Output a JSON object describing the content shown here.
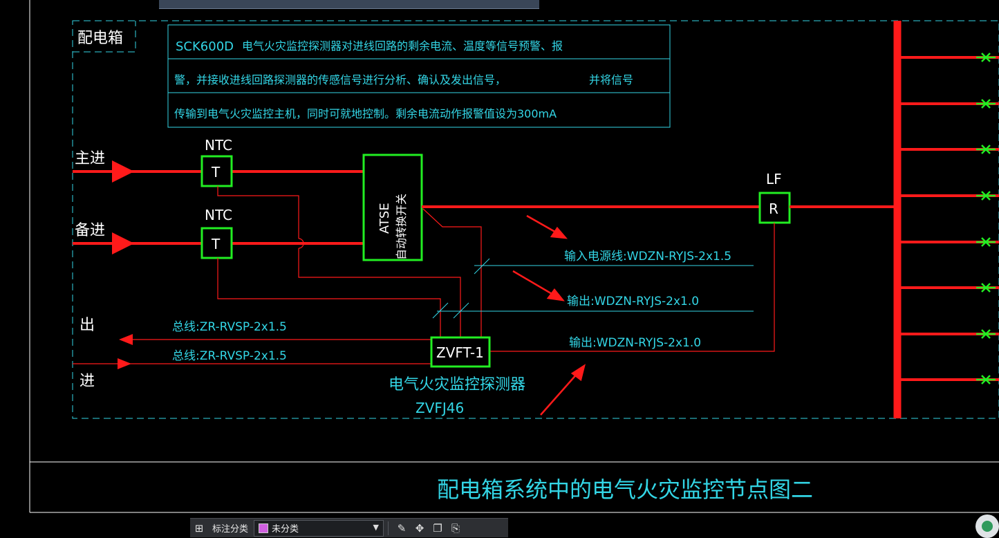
{
  "window": {
    "title_bar_text": ""
  },
  "box_label": "配电箱",
  "description": {
    "line1_model": "SCK600D",
    "line1_text": "电气火灾监控探测器对进线回路的剩余电流、温度等信号预警、报",
    "line2_text": "警，并接收进线回路探测器的传感信号进行分析、确认及发出信号，",
    "line2_tail": "并将信号",
    "line3_text": "传输到电气火灾监控主机，同时可就地控制。剩余电流动作报警值设为300mA"
  },
  "inputs": {
    "main_label": "主进",
    "backup_label": "备进",
    "out_label": "出",
    "in_label": "进"
  },
  "sensors": {
    "ntc_label": "NTC",
    "t_symbol": "T",
    "lf_label": "LF",
    "r_symbol": "R"
  },
  "atse": {
    "name": "ATSE",
    "desc": "自动转换开关"
  },
  "detector": {
    "code": "ZVFT-1",
    "name": "电气火灾监控探测器",
    "model": "ZVFJ46"
  },
  "wires": {
    "input_power": "输入电源线:WDZN-RYJS-2x1.5",
    "output1": "输出:WDZN-RYJS-2x1.0",
    "output2": "输出:WDZN-RYJS-2x1.0",
    "bus1": "总线:ZR-RVSP-2x1.5",
    "bus2": "总线:ZR-RVSP-2x1.5"
  },
  "drawing_title": "配电箱系统中的电气火灾监控节点图二",
  "toolbar": {
    "icon_names": [
      "grid-icon",
      "edit-icon",
      "move-icon",
      "copy-icon",
      "paste-icon"
    ],
    "category_label": "标注分类",
    "category_value": "未分类",
    "swatch_color": "#d060e0"
  },
  "colors": {
    "cyan": "#33d6e6",
    "red": "#ff1a1a",
    "green": "#22ee22",
    "white": "#ffffff"
  }
}
